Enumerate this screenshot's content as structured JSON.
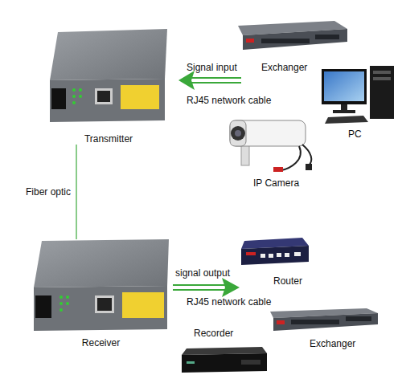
{
  "diagram": {
    "nodes": [
      {
        "text": [
          "Transmitter"
        ]
      },
      {
        "text": [
          "Exchanger"
        ]
      },
      {
        "text": [
          "PC"
        ]
      },
      {
        "text": [
          "IP Camera"
        ]
      },
      {
        "text": [
          "Receiver"
        ]
      },
      {
        "text": [
          "Router"
        ]
      },
      {
        "text": [
          "Recorder"
        ]
      },
      {
        "text": [
          "Exchanger"
        ]
      }
    ],
    "edges": [
      {
        "from": 0,
        "to": 4,
        "label": "Fiber optic",
        "arrow": "none"
      }
    ],
    "labels": [
      "Signal input",
      "RJ45 network cable",
      "signal output",
      "RJ45 network cable"
    ]
  }
}
